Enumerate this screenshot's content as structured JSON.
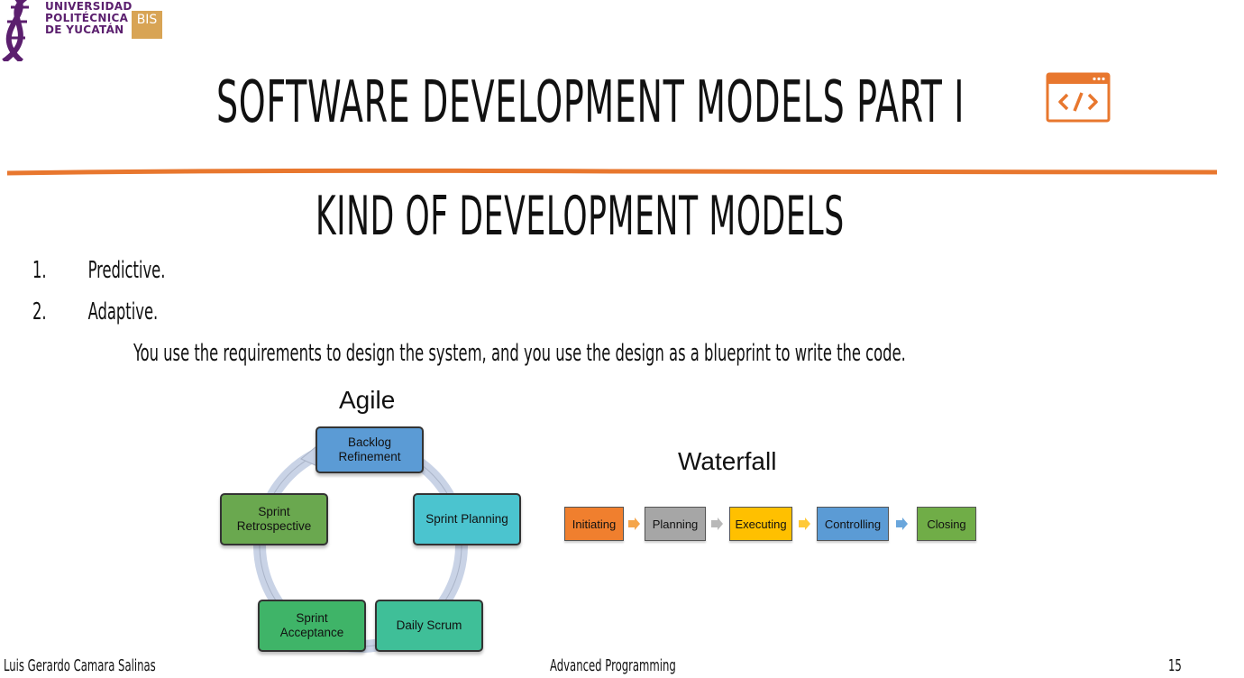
{
  "logo": {
    "line1": "UNIVERSIDAD",
    "line2": "POLITÉCNICA",
    "line3": "DE YUCATÁN",
    "badge": "BIS"
  },
  "slide": {
    "title": "SOFTWARE DEVELOPMENT MODELS PART I",
    "subtitle": "KIND OF DEVELOPMENT MODELS",
    "list": [
      {
        "number": "1.",
        "text": "Predictive."
      },
      {
        "number": "2.",
        "text": "Adaptive."
      }
    ],
    "description": "You use the requirements to design the system, and you use the design as a blueprint to write the code."
  },
  "agile": {
    "title": "Agile",
    "steps": [
      {
        "label": "Backlog Refinement",
        "color": "#5b9bd5"
      },
      {
        "label": "Sprint Planning",
        "color": "#4bc4cf"
      },
      {
        "label": "Daily Scrum",
        "color": "#3fbf98"
      },
      {
        "label": "Sprint Acceptance",
        "color": "#3fb468"
      },
      {
        "label": "Sprint Retrospective",
        "color": "#6aa84f"
      }
    ]
  },
  "waterfall": {
    "title": "Waterfall",
    "steps": [
      {
        "label": "Initiating",
        "color": "#f07f2e"
      },
      {
        "label": "Planning",
        "color": "#a6a6a6"
      },
      {
        "label": "Executing",
        "color": "#ffc000"
      },
      {
        "label": "Controlling",
        "color": "#5b9bd5"
      },
      {
        "label": "Closing",
        "color": "#70ad47"
      }
    ]
  },
  "footer": {
    "author": "Luis Gerardo Camara Salinas",
    "course": "Advanced Programming",
    "page": "15"
  },
  "colors": {
    "accent": "#e8772e",
    "brand": "#5b1f6e"
  },
  "icons": {
    "title_icon": "code-window-icon"
  }
}
